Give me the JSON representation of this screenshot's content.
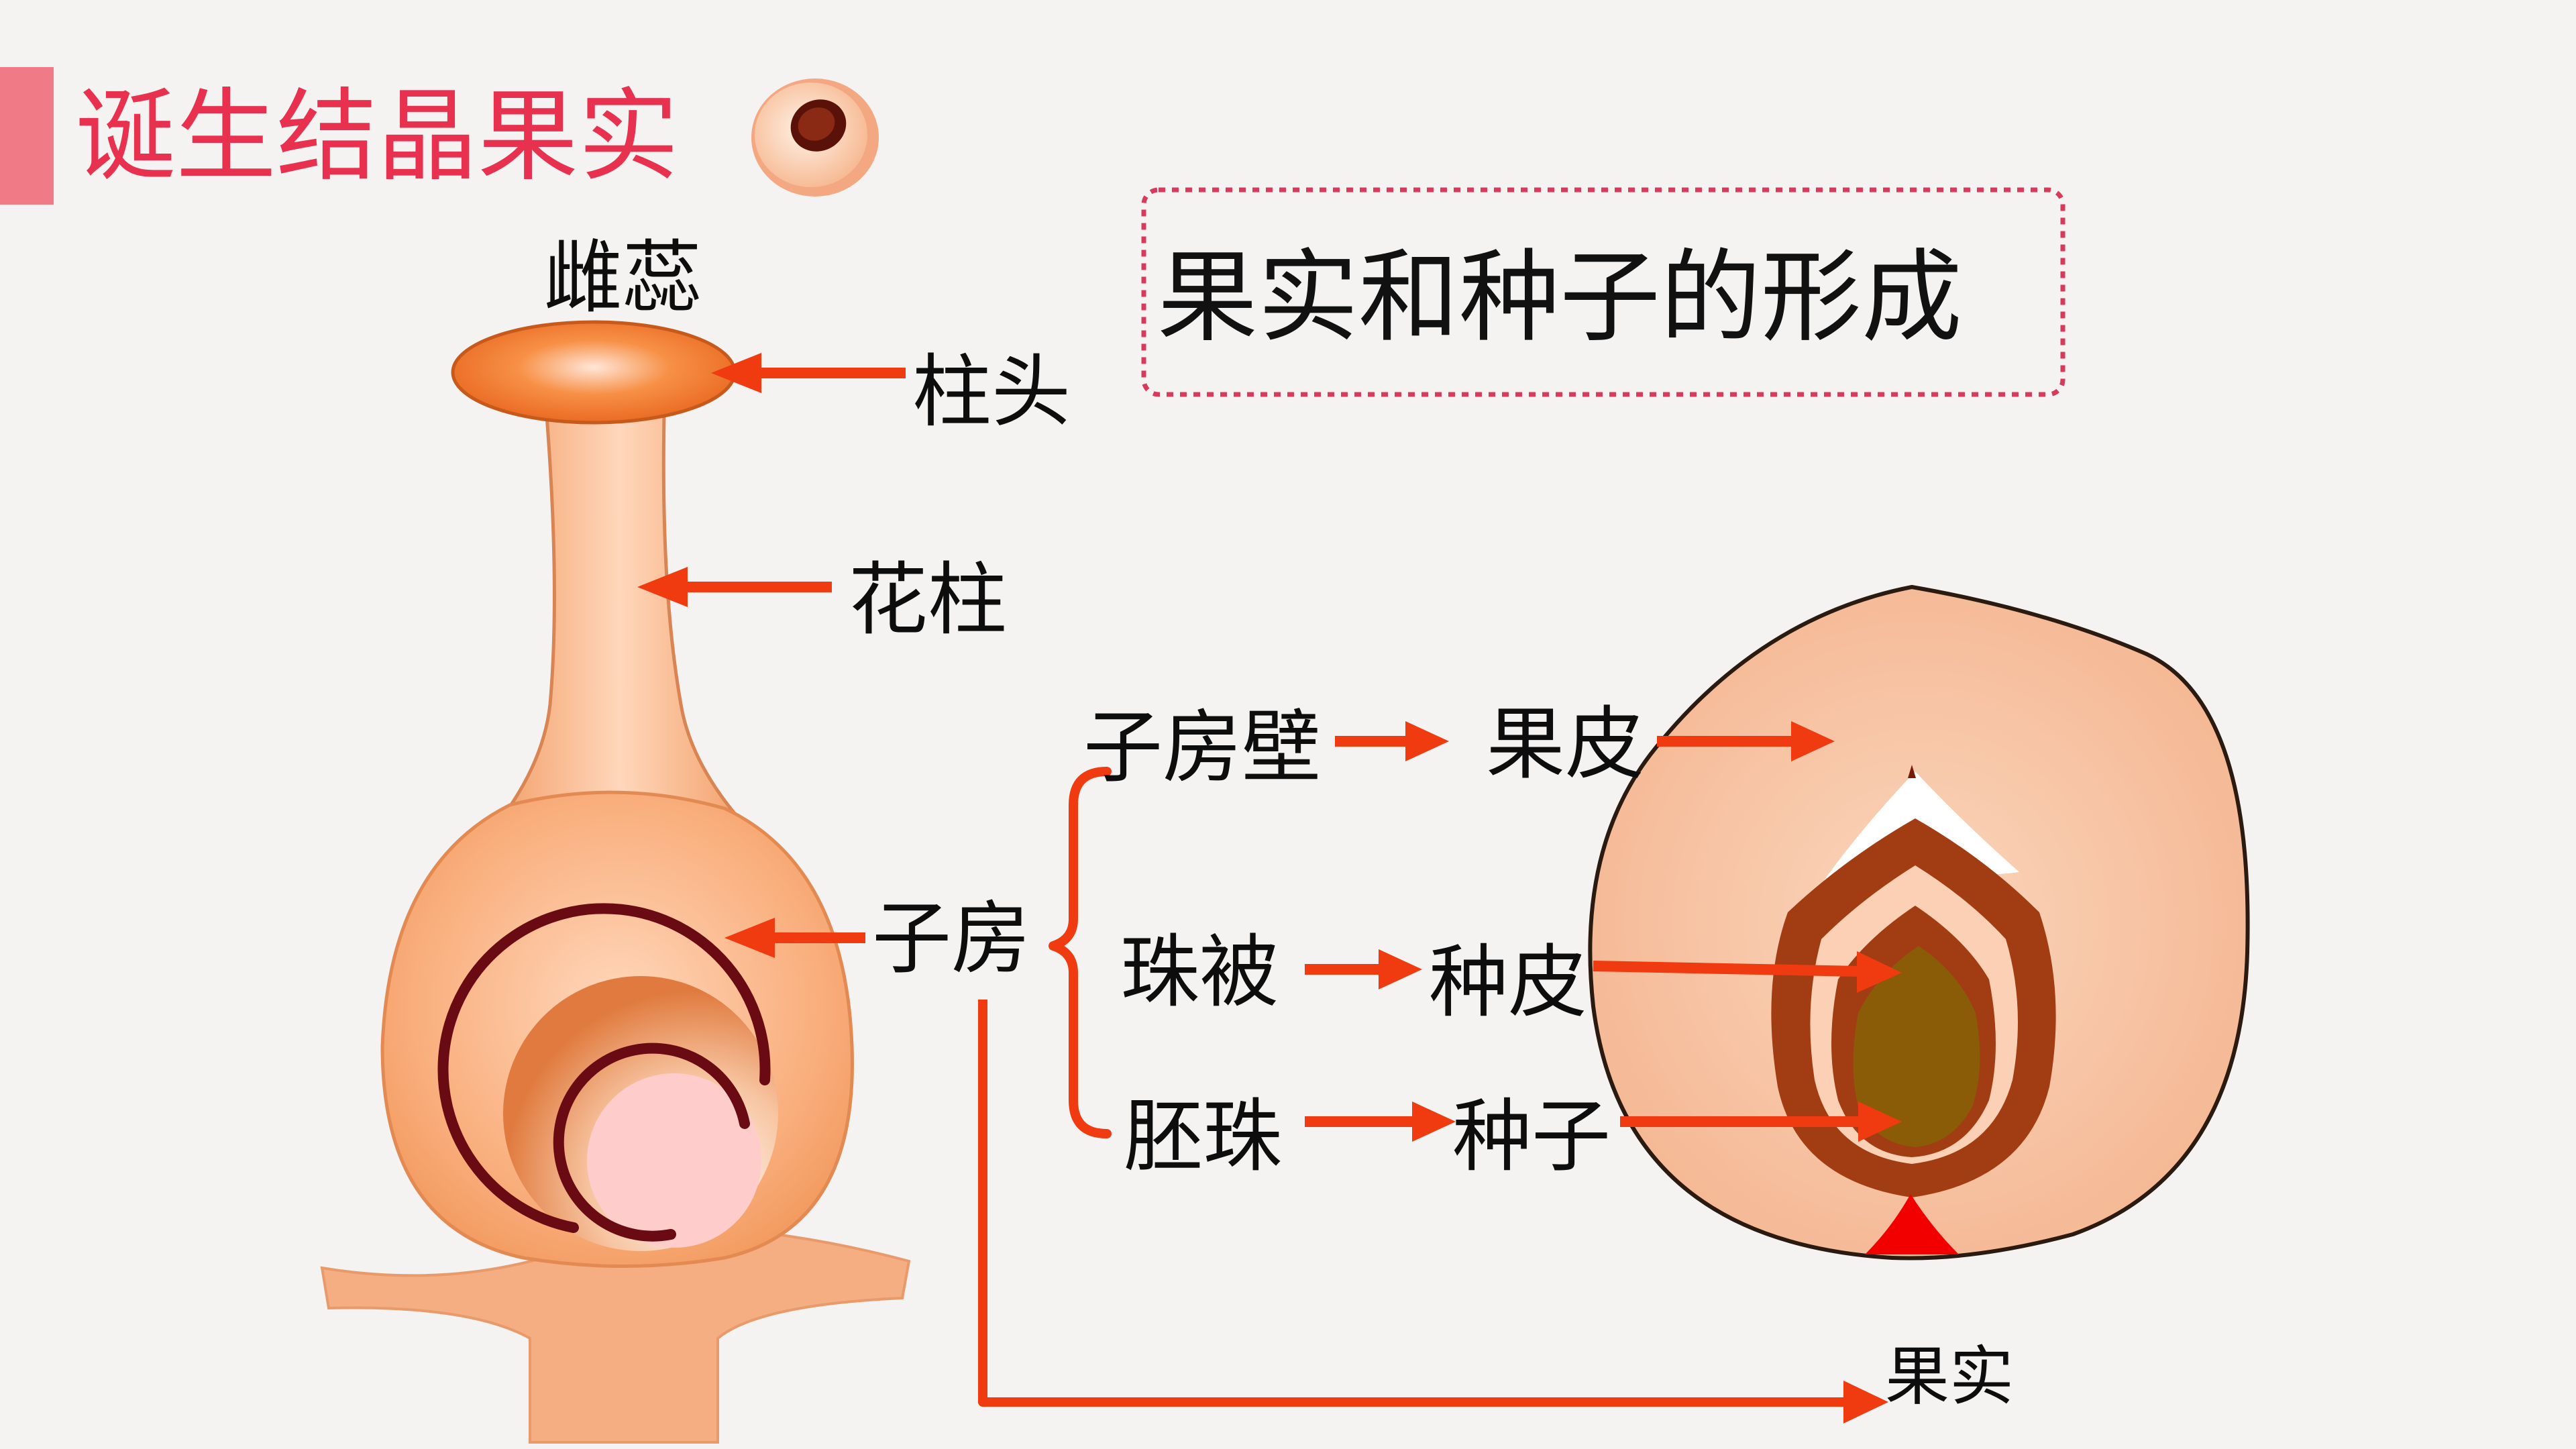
{
  "slide": {
    "title": "诞生结晶果实",
    "subtitle_box": "果实和种子的形成"
  },
  "labels": {
    "pistil": "雌蕊",
    "stigma": "柱头",
    "style": "花柱",
    "ovary": "子房",
    "ovary_wall": "子房壁",
    "pericarp": "果皮",
    "integument": "珠被",
    "seed_coat": "种皮",
    "ovule": "胚珠",
    "seed": "种子",
    "fruit": "果实"
  },
  "colors": {
    "title": "#e8304f",
    "accent_bar": "#f07a86",
    "arrow": "#f03a10",
    "box_border": "#d83a5a",
    "pistil_fill": "#f8b88e",
    "stigma_fill": "#f07a2e",
    "ovule_ring": "#6a0a12",
    "ovule_core": "#ffcccc",
    "fruit_fill": "#f7c4a4",
    "seed_coat_ring": "#9b3a10",
    "seed_core": "#8a5c08",
    "base_red": "#f20000"
  },
  "icons": {
    "peach_icon": "peach-half-icon"
  }
}
